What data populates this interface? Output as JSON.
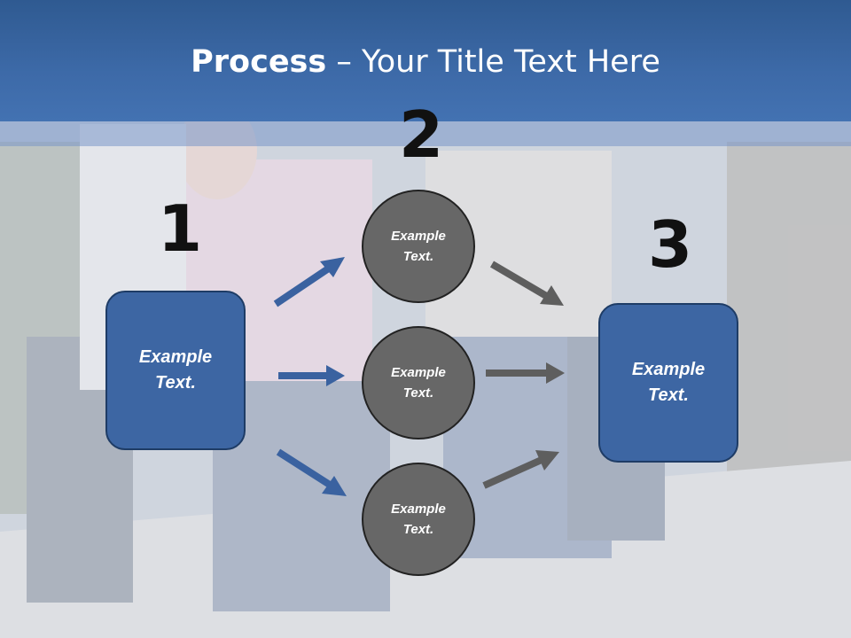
{
  "slide": {
    "title_bold": "Process",
    "title_rest": " – Your Title Text Here"
  },
  "steps": {
    "step1_number": "1",
    "step2_number": "2",
    "step3_number": "3"
  },
  "boxes": {
    "left_text": "Example Text.",
    "right_text": "Example Text."
  },
  "circles": {
    "top_text": "Example Text.",
    "middle_text": "Example Text.",
    "bottom_text": "Example Text."
  },
  "colors": {
    "title_bar": "#3d6aa8",
    "box_fill": "#3d66a3",
    "circle_fill": "#676767",
    "blue_arrow": "#3a62a0",
    "gray_arrow": "#5e5e5e"
  }
}
